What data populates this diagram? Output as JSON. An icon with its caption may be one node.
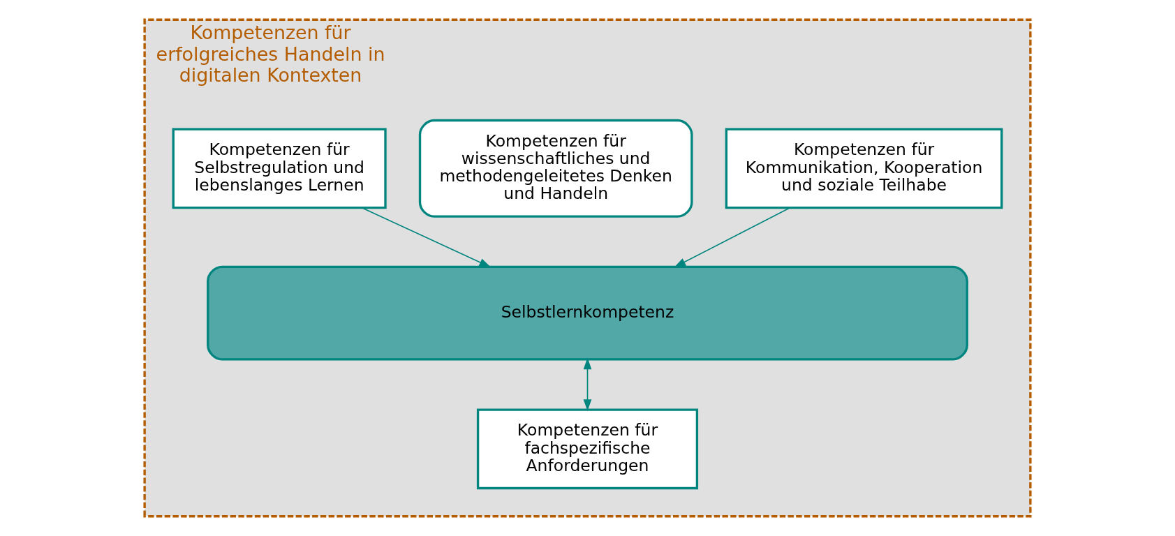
{
  "diagram": {
    "nodes": [
      {
        "text": [
          "Kompetenzen für erfolgreiches Handeln in digitalen Kontexten"
        ]
      },
      {
        "text": [
          "Kompetenzen für Selbstregulation und lebenslanges Lernen"
        ],
        "in": 0
      },
      {
        "text": [
          "Kompetenzen für wissenschaftliches und methodengeleitetes Denken und Handeln"
        ],
        "in": 0
      },
      {
        "text": [
          "Kompetenzen für Kommunikation, Kooperation und soziale Teilhabe"
        ],
        "in": 0
      },
      {
        "text": [
          "Selbstlernkompetenz"
        ],
        "in": 0
      },
      {
        "text": [
          "Kompetenzen für fachspezifische Anforderungen"
        ],
        "in": 0
      }
    ],
    "edges": [
      {
        "from": 1,
        "to": 4,
        "arrow": "to"
      },
      {
        "from": 3,
        "to": 4,
        "arrow": "to"
      },
      {
        "from": 4,
        "to": 5,
        "arrow": "both"
      }
    ]
  }
}
